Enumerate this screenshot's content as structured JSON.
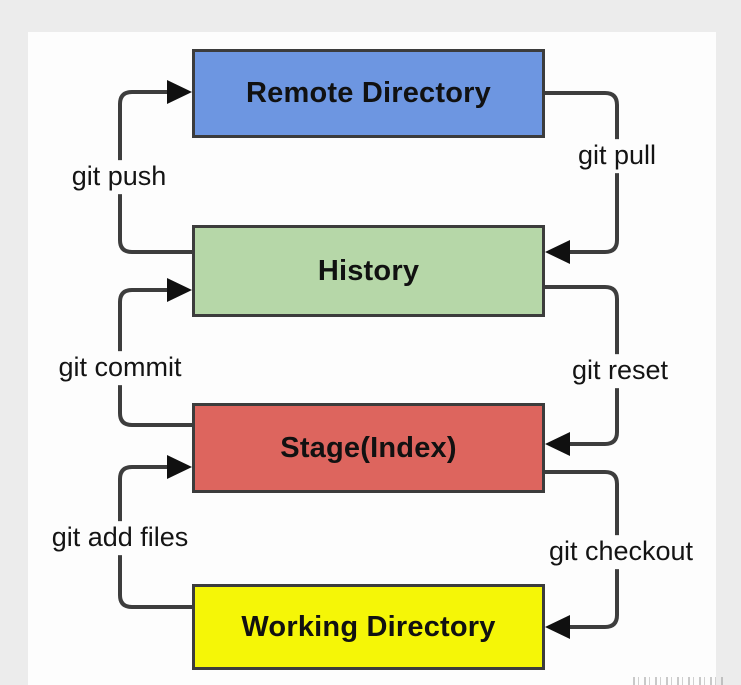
{
  "diagram": {
    "nodes": [
      {
        "id": "remote",
        "label": "Remote Directory",
        "fill": "#6d96e1"
      },
      {
        "id": "history",
        "label": "History",
        "fill": "#b6d7a8"
      },
      {
        "id": "stage",
        "label": "Stage(Index)",
        "fill": "#dd655e"
      },
      {
        "id": "working",
        "label": "Working Directory",
        "fill": "#f5f607"
      }
    ],
    "edges": [
      {
        "label": "git push",
        "from": "History",
        "to": "Remote Directory"
      },
      {
        "label": "git pull",
        "from": "Remote Directory",
        "to": "History"
      },
      {
        "label": "git commit",
        "from": "Stage(Index)",
        "to": "History"
      },
      {
        "label": "git reset",
        "from": "History",
        "to": "Stage(Index)"
      },
      {
        "label": "git add files",
        "from": "Working Directory",
        "to": "Stage(Index)"
      },
      {
        "label": "git checkout",
        "from": "Stage(Index)",
        "to": "Working Directory"
      }
    ],
    "colors": {
      "page_background": "#ececec",
      "panel_background": "#fdfdfd",
      "edge_stroke": "#3d3d3d",
      "node_border": "#3c3c3c",
      "text": "#111111"
    }
  }
}
